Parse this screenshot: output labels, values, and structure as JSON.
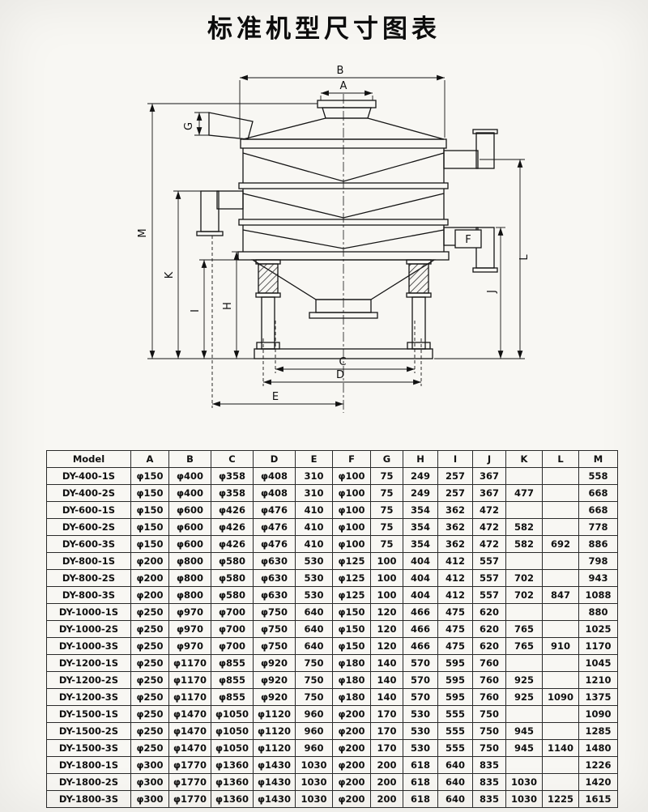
{
  "page": {
    "title": "标准机型尺寸图表"
  },
  "diagram": {
    "labels": {
      "A": "A",
      "B": "B",
      "C": "C",
      "D": "D",
      "E": "E",
      "F": "F",
      "G": "G",
      "H": "H",
      "I": "I",
      "J": "J",
      "K": "K",
      "L": "L",
      "M": "M"
    }
  },
  "table": {
    "columns": [
      "Model",
      "A",
      "B",
      "C",
      "D",
      "E",
      "F",
      "G",
      "H",
      "I",
      "J",
      "K",
      "L",
      "M"
    ],
    "rows": [
      [
        "DY-400-1S",
        "φ150",
        "φ400",
        "φ358",
        "φ408",
        "310",
        "φ100",
        "75",
        "249",
        "257",
        "367",
        "",
        "",
        "558"
      ],
      [
        "DY-400-2S",
        "φ150",
        "φ400",
        "φ358",
        "φ408",
        "310",
        "φ100",
        "75",
        "249",
        "257",
        "367",
        "477",
        "",
        "668"
      ],
      [
        "DY-600-1S",
        "φ150",
        "φ600",
        "φ426",
        "φ476",
        "410",
        "φ100",
        "75",
        "354",
        "362",
        "472",
        "",
        "",
        "668"
      ],
      [
        "DY-600-2S",
        "φ150",
        "φ600",
        "φ426",
        "φ476",
        "410",
        "φ100",
        "75",
        "354",
        "362",
        "472",
        "582",
        "",
        "778"
      ],
      [
        "DY-600-3S",
        "φ150",
        "φ600",
        "φ426",
        "φ476",
        "410",
        "φ100",
        "75",
        "354",
        "362",
        "472",
        "582",
        "692",
        "886"
      ],
      [
        "DY-800-1S",
        "φ200",
        "φ800",
        "φ580",
        "φ630",
        "530",
        "φ125",
        "100",
        "404",
        "412",
        "557",
        "",
        "",
        "798"
      ],
      [
        "DY-800-2S",
        "φ200",
        "φ800",
        "φ580",
        "φ630",
        "530",
        "φ125",
        "100",
        "404",
        "412",
        "557",
        "702",
        "",
        "943"
      ],
      [
        "DY-800-3S",
        "φ200",
        "φ800",
        "φ580",
        "φ630",
        "530",
        "φ125",
        "100",
        "404",
        "412",
        "557",
        "702",
        "847",
        "1088"
      ],
      [
        "DY-1000-1S",
        "φ250",
        "φ970",
        "φ700",
        "φ750",
        "640",
        "φ150",
        "120",
        "466",
        "475",
        "620",
        "",
        "",
        "880"
      ],
      [
        "DY-1000-2S",
        "φ250",
        "φ970",
        "φ700",
        "φ750",
        "640",
        "φ150",
        "120",
        "466",
        "475",
        "620",
        "765",
        "",
        "1025"
      ],
      [
        "DY-1000-3S",
        "φ250",
        "φ970",
        "φ700",
        "φ750",
        "640",
        "φ150",
        "120",
        "466",
        "475",
        "620",
        "765",
        "910",
        "1170"
      ],
      [
        "DY-1200-1S",
        "φ250",
        "φ1170",
        "φ855",
        "φ920",
        "750",
        "φ180",
        "140",
        "570",
        "595",
        "760",
        "",
        "",
        "1045"
      ],
      [
        "DY-1200-2S",
        "φ250",
        "φ1170",
        "φ855",
        "φ920",
        "750",
        "φ180",
        "140",
        "570",
        "595",
        "760",
        "925",
        "",
        "1210"
      ],
      [
        "DY-1200-3S",
        "φ250",
        "φ1170",
        "φ855",
        "φ920",
        "750",
        "φ180",
        "140",
        "570",
        "595",
        "760",
        "925",
        "1090",
        "1375"
      ],
      [
        "DY-1500-1S",
        "φ250",
        "φ1470",
        "φ1050",
        "φ1120",
        "960",
        "φ200",
        "170",
        "530",
        "555",
        "750",
        "",
        "",
        "1090"
      ],
      [
        "DY-1500-2S",
        "φ250",
        "φ1470",
        "φ1050",
        "φ1120",
        "960",
        "φ200",
        "170",
        "530",
        "555",
        "750",
        "945",
        "",
        "1285"
      ],
      [
        "DY-1500-3S",
        "φ250",
        "φ1470",
        "φ1050",
        "φ1120",
        "960",
        "φ200",
        "170",
        "530",
        "555",
        "750",
        "945",
        "1140",
        "1480"
      ],
      [
        "DY-1800-1S",
        "φ300",
        "φ1770",
        "φ1360",
        "φ1430",
        "1030",
        "φ200",
        "200",
        "618",
        "640",
        "835",
        "",
        "",
        "1226"
      ],
      [
        "DY-1800-2S",
        "φ300",
        "φ1770",
        "φ1360",
        "φ1430",
        "1030",
        "φ200",
        "200",
        "618",
        "640",
        "835",
        "1030",
        "",
        "1420"
      ],
      [
        "DY-1800-3S",
        "φ300",
        "φ1770",
        "φ1360",
        "φ1430",
        "1030",
        "φ200",
        "200",
        "618",
        "640",
        "835",
        "1030",
        "1225",
        "1615"
      ]
    ]
  }
}
